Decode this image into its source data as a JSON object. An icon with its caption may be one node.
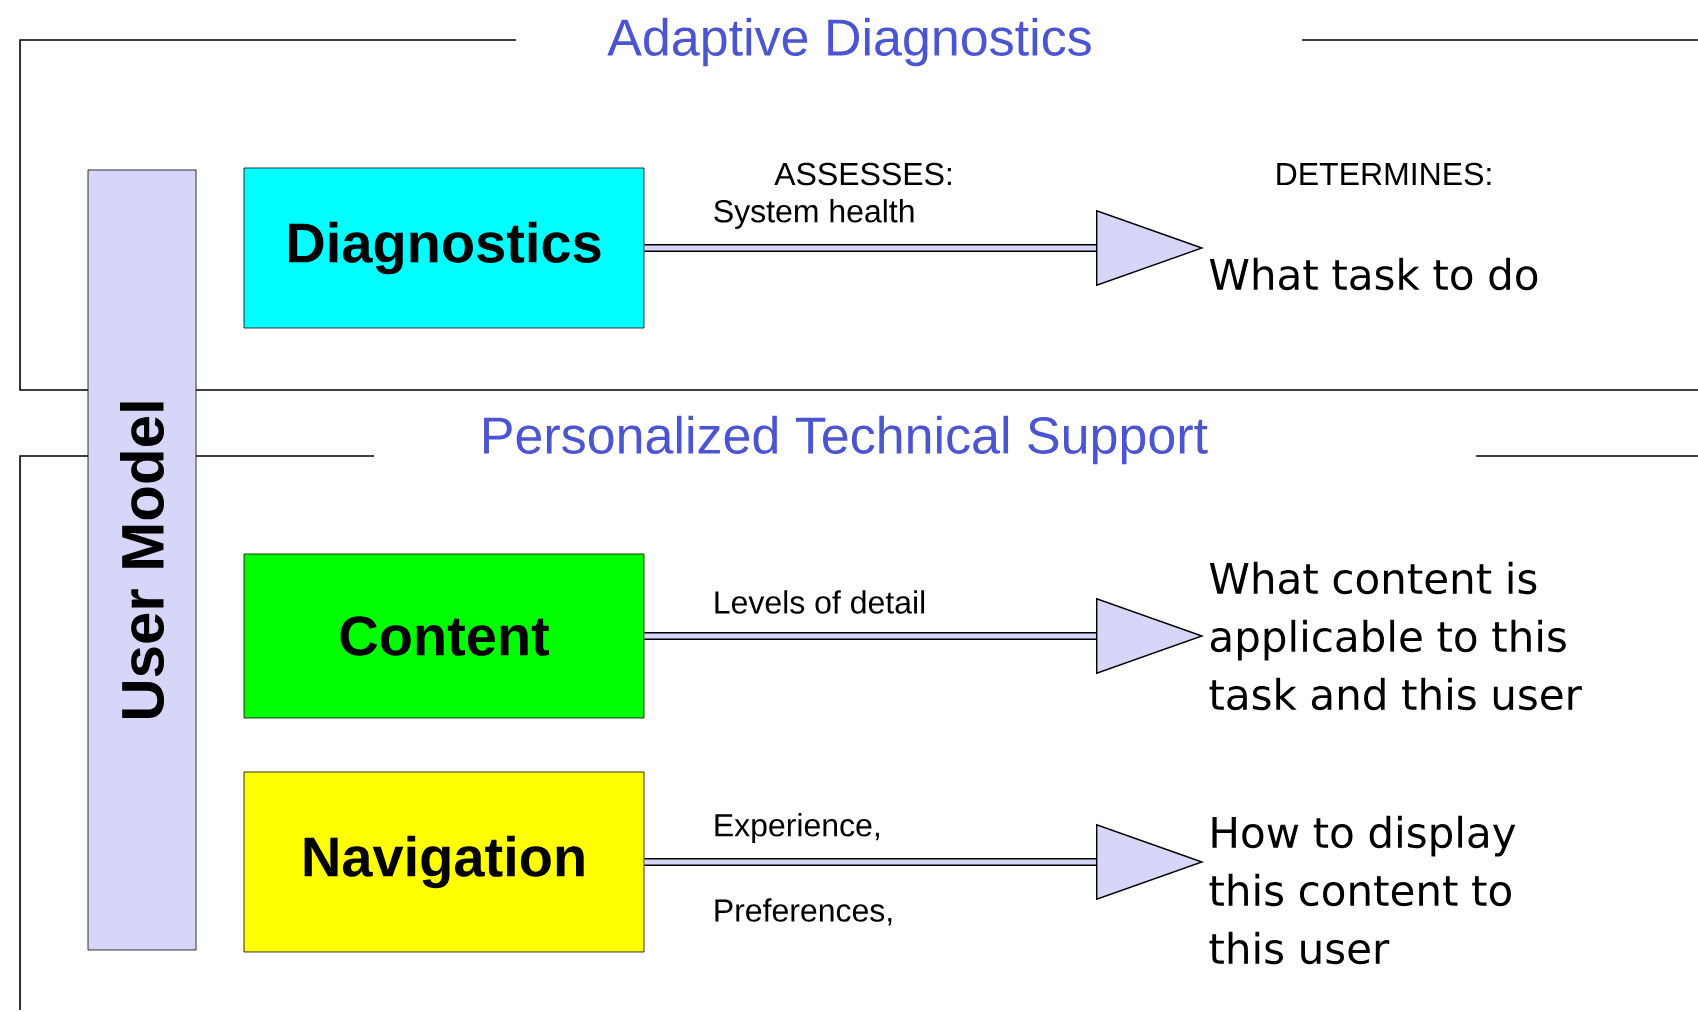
{
  "diagram": {
    "nodes": [
      {
        "text": [
          "User  Model"
        ]
      },
      {
        "text": [
          "Diagnostics"
        ]
      },
      {
        "text": [
          "Content"
        ]
      },
      {
        "text": [
          "Navigation"
        ]
      },
      {
        "text": [
          "What task to do"
        ]
      },
      {
        "text": [
          "What content is applicable to this task and this user"
        ]
      },
      {
        "text": [
          "How to display this content to this user"
        ]
      }
    ],
    "edges": [
      {
        "from": 1,
        "to": 4,
        "arrow": "to",
        "label": "System health"
      },
      {
        "from": 2,
        "to": 5,
        "arrow": "to",
        "label": "Levels of detail"
      },
      {
        "from": 3,
        "to": 6,
        "arrow": "to",
        "label": "Experience,"
      }
    ],
    "labels": [
      "Adaptive Diagnostics",
      "ASSESSES:",
      "DETERMINES:",
      "Personalized Technical Support",
      "Preferences,"
    ]
  }
}
